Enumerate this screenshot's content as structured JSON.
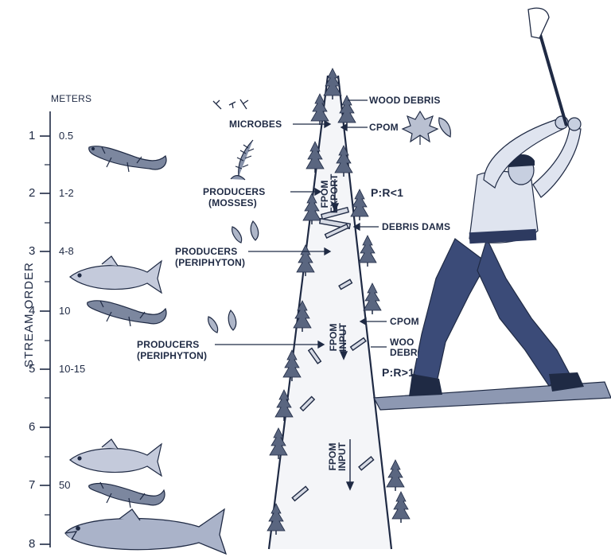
{
  "axis": {
    "title": "STREAM ORDER",
    "meters_header": "METERS",
    "orders": [
      "1",
      "2",
      "3",
      "4",
      "5",
      "6",
      "7",
      "8"
    ],
    "widths": [
      "0.5",
      "1-2",
      "4-8",
      "10",
      "10-15",
      "50"
    ]
  },
  "labels": {
    "wood_debris_top": "WOOD DEBRIS",
    "microbes": "MICROBES",
    "cpom_top": "CPOM",
    "producers_mosses_1": "PRODUCERS",
    "producers_mosses_2": "(MOSSES)",
    "pr_lt": "P:R<1",
    "debris_dams": "DEBRIS DAMS",
    "producers_peri_a1": "PRODUCERS",
    "producers_peri_a2": "(PERIPHYTON)",
    "cpom_mid": "CPOM",
    "wood_debris_mid_1": "WOO",
    "wood_debris_mid_2": "DEBR",
    "producers_peri_b1": "PRODUCERS",
    "producers_peri_b2": "(PERIPHYTON)",
    "pr_gt": "P:R>1",
    "fpom_export_1": "FPOM",
    "fpom_export_2": "EXPORT",
    "fpom_input_mid_1": "FPOM",
    "fpom_input_mid_2": "INPUT",
    "fpom_input_low_1": "FPOM",
    "fpom_input_low_2": "INPUT"
  },
  "colors": {
    "ink": "#1f2a44",
    "denim": "#3b4b78",
    "shirt": "#dfe4ef",
    "skin": "#c7cfe0"
  },
  "icons": [
    "salamander-icon",
    "trout-icon",
    "leaf-icon",
    "moss-icon",
    "diatom-icon",
    "axe-icon",
    "tree-icon",
    "lumberjack-figure"
  ]
}
